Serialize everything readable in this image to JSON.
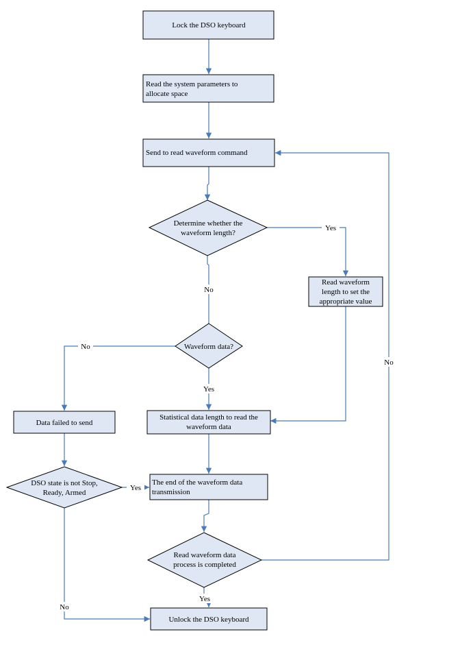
{
  "nodes": {
    "lock": "Lock the DSO keyboard",
    "read_params_1": "Read the system parameters to",
    "read_params_2": "allocate space",
    "send_cmd": "Send to read waveform command",
    "determine_1": "Determine whether the",
    "determine_2": "waveform length?",
    "read_length_1": "Read waveform",
    "read_length_2": "length to set the",
    "read_length_3": "appropriate value",
    "waveform_data": "Waveform data?",
    "data_failed": "Data failed to send",
    "stat_len_1": "Statistical data length to read the",
    "stat_len_2": "waveform data",
    "dso_state_1": "DSO state is not Stop,",
    "dso_state_2": "Ready, Armed",
    "end_trans_1": "The end of the waveform data",
    "end_trans_2": "transmission",
    "read_done_1": "Read waveform data",
    "read_done_2": "process is completed",
    "unlock": "Unlock the DSO keyboard"
  },
  "edge_labels": {
    "determine_yes": "Yes",
    "determine_no": "No",
    "waveform_no": "No",
    "waveform_yes": "Yes",
    "dso_yes": "Yes",
    "dso_no": "No",
    "read_done_yes": "Yes",
    "read_done_no": "No"
  },
  "colors": {
    "node_fill": "#dfe7f4",
    "connector": "#4a7ab8"
  }
}
